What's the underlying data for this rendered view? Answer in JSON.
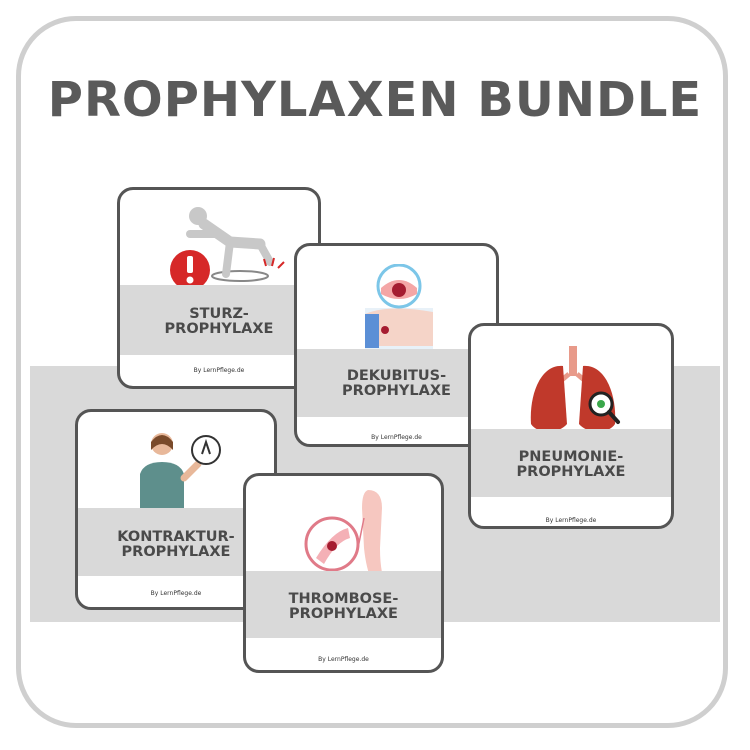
{
  "title": "PROPHYLAXEN BUNDLE",
  "cards": [
    {
      "line1": "STURZ-",
      "line2": "PROPHYLAXE",
      "byline": "By LernPflege.de",
      "icon": "falling-person-icon"
    },
    {
      "line1": "DEKUBITUS-",
      "line2": "PROPHYLAXE",
      "byline": "By LernPflege.de",
      "icon": "pressure-ulcer-icon"
    },
    {
      "line1": "PNEUMONIE-",
      "line2": "PROPHYLAXE",
      "byline": "By LernPflege.de",
      "icon": "lungs-icon"
    },
    {
      "line1": "KONTRAKTUR-",
      "line2": "PROPHYLAXE",
      "byline": "By LernPflege.de",
      "icon": "contracture-person-icon"
    },
    {
      "line1": "THROMBOSE-",
      "line2": "PROPHYLAXE",
      "byline": "By LernPflege.de",
      "icon": "thrombosis-leg-icon"
    }
  ],
  "colors": {
    "background": "#ffffff",
    "frame": "#cfcfcf",
    "band": "#d9d9d9",
    "title": "#5a5a5a",
    "card_border": "#555555",
    "alert": "#d62828"
  }
}
